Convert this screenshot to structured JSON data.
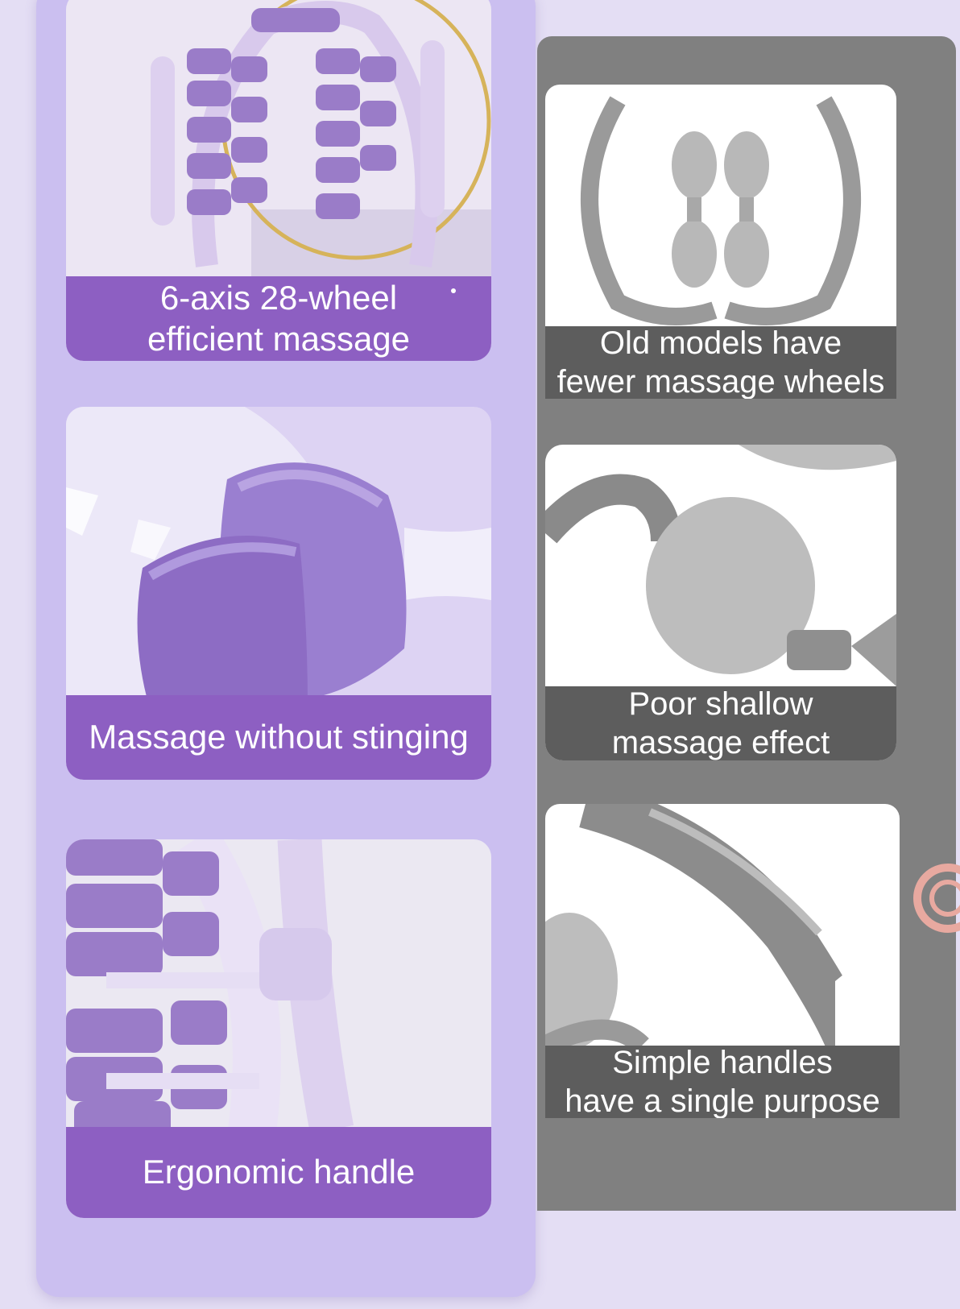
{
  "left_cards": [
    {
      "caption_lines": [
        "6-axis 28-wheel",
        "efficient massage"
      ]
    },
    {
      "caption_lines": [
        "Massage without stinging"
      ]
    },
    {
      "caption_lines": [
        "Ergonomic handle"
      ]
    }
  ],
  "right_cards": [
    {
      "caption_lines": [
        "Old models have",
        "fewer massage wheels"
      ]
    },
    {
      "caption_lines": [
        "Poor shallow",
        "massage effect"
      ]
    },
    {
      "caption_lines": [
        "Simple handles",
        "have a single purpose"
      ]
    }
  ],
  "colors": {
    "background": "#e4def4",
    "left_panel": "#cbbff0",
    "caption_purple": "#8d5fc2",
    "right_panel": "#808080",
    "caption_gray": "#5d5d5d"
  }
}
